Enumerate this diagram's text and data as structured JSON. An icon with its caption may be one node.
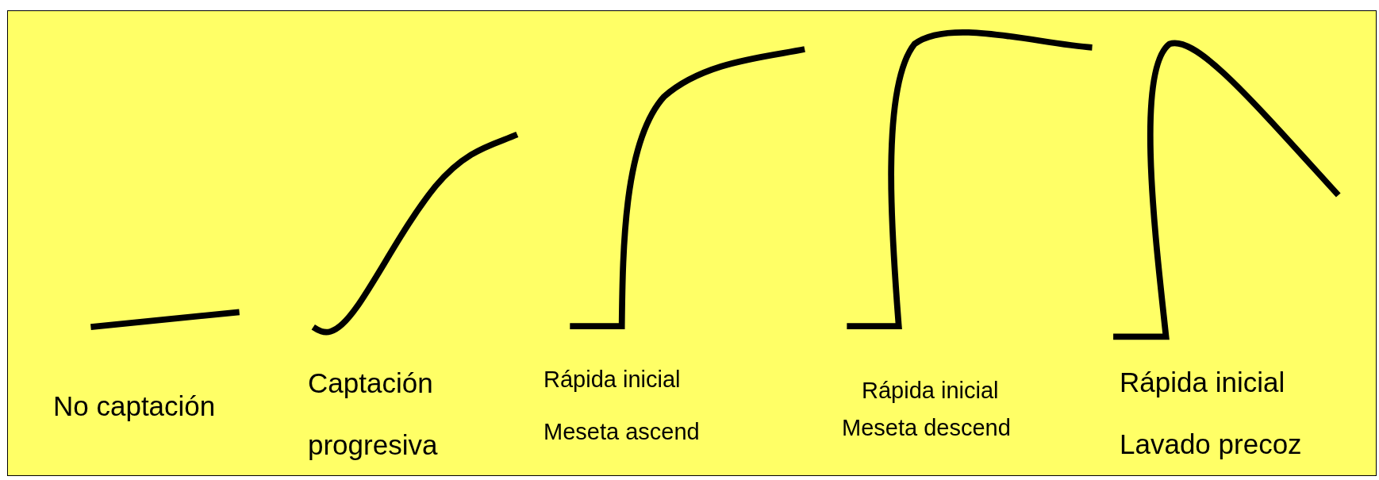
{
  "diagram": {
    "labels": [
      "No captación",
      "Captación",
      "progresiva",
      "Rápida inicial",
      "Meseta ascend",
      "Rápida inicial",
      "Meseta descend",
      "Rápida inicial",
      "Lavado precoz"
    ]
  }
}
